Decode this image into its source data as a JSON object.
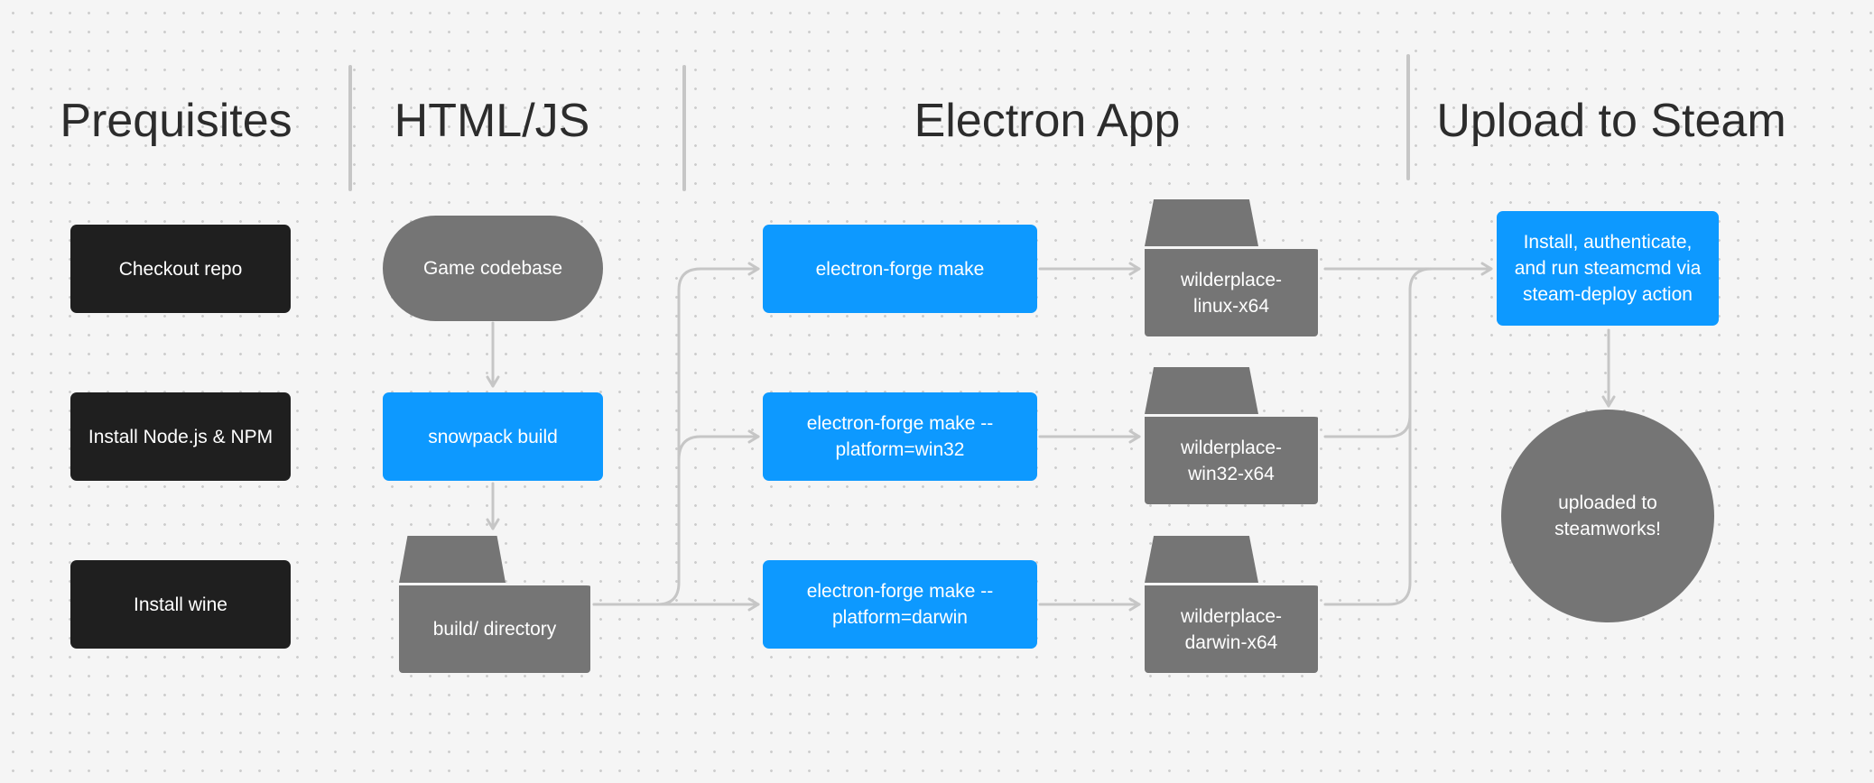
{
  "columns": {
    "prerequisites": "Prequisites",
    "html_js": "HTML/JS",
    "electron_app": "Electron App",
    "upload_to_steam": "Upload to Steam"
  },
  "prerequisites": {
    "checkout_repo": "Checkout repo",
    "install_node": "Install Node.js & NPM",
    "install_wine": "Install wine"
  },
  "html_js": {
    "game_codebase": "Game codebase",
    "snowpack_build": "snowpack build",
    "build_directory": "build/ directory"
  },
  "electron_app": {
    "make_linux": "electron-forge make",
    "make_win32": "electron-forge make --\nplatform=win32",
    "make_darwin": "electron-forge make --\nplatform=darwin",
    "folder_linux": "wilderplace-\nlinux-x64",
    "folder_win32": "wilderplace-\nwin32-x64",
    "folder_darwin": "wilderplace-\ndarwin-x64"
  },
  "upload": {
    "steamcmd": "Install, authenticate,\nand run steamcmd via\nsteam-deploy action",
    "uploaded": "uploaded to\nsteamworks!"
  },
  "colors": {
    "background": "#f5f5f5",
    "dark_node": "#1f1f1f",
    "blue_node": "#0d99ff",
    "gray_node": "#757575",
    "connector": "#c6c6c6",
    "heading_text": "#2c2c2c"
  }
}
